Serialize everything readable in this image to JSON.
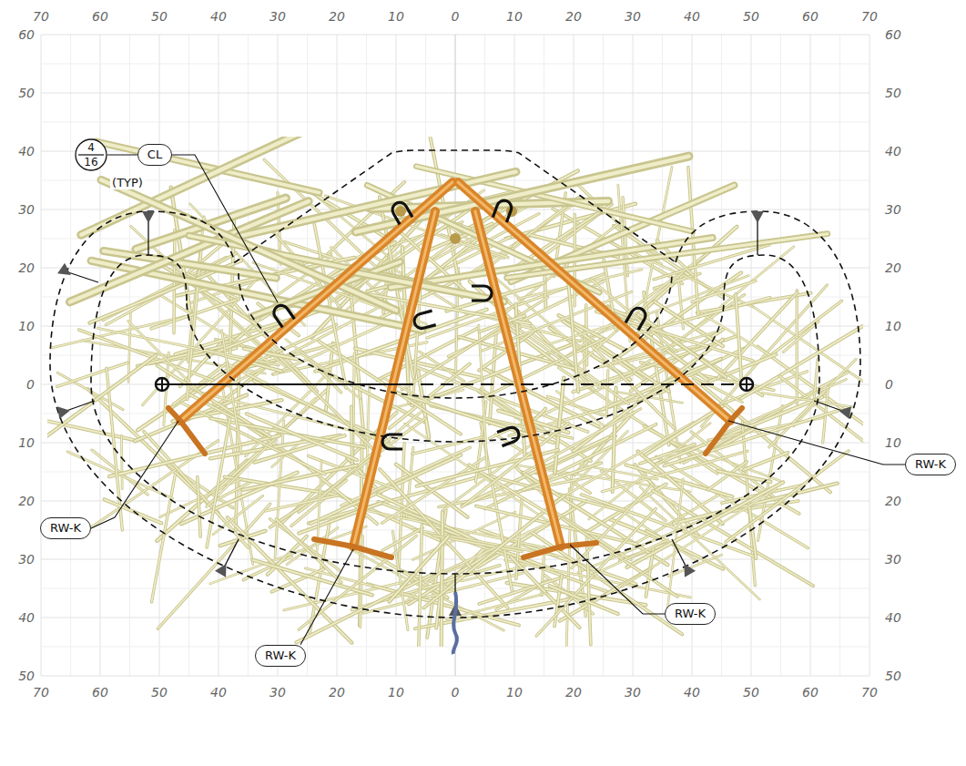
{
  "diagram": {
    "nodes": [
      {
        "text": [
          "4",
          "16"
        ]
      },
      {
        "text": [
          "CL"
        ]
      },
      {
        "text": [
          "RW-K"
        ]
      },
      {
        "text": [
          "RW-K"
        ]
      },
      {
        "text": [
          "RW-K"
        ]
      },
      {
        "text": [
          "RW-K"
        ]
      }
    ],
    "edges": [
      {
        "from": 0,
        "to": 1,
        "arrow": "none"
      }
    ],
    "labels": [
      "70",
      "60",
      "50",
      "40",
      "30",
      "20",
      "10",
      "0",
      "10",
      "20",
      "30",
      "40",
      "50",
      "60",
      "70",
      "60",
      "50",
      "40",
      "30",
      "20",
      "10",
      "0",
      "10",
      "20",
      "30",
      "40",
      "50",
      "60",
      "50",
      "40",
      "30",
      "20",
      "10",
      "0",
      "10",
      "20",
      "30",
      "40",
      "50",
      "70",
      "60",
      "50",
      "40",
      "30",
      "20",
      "10",
      "0",
      "10",
      "20",
      "30",
      "40",
      "50",
      "60",
      "70",
      "(TYP)"
    ]
  }
}
